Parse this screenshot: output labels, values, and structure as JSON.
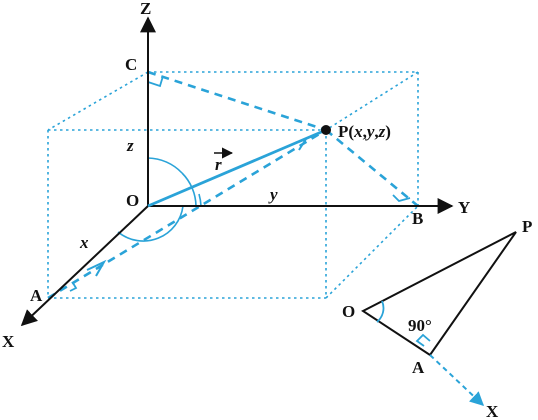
{
  "colors": {
    "blue": "#2aa3d8",
    "ink": "#111111"
  },
  "main": {
    "labels": {
      "z_axis": "Z",
      "y_axis": "Y",
      "x_axis": "X",
      "origin": "O",
      "point_a": "A",
      "point_b": "B",
      "point_c": "C",
      "var_x": "x",
      "var_y": "y",
      "var_z": "z",
      "vector_r": "r"
    },
    "point_p": {
      "name": "P",
      "coords": [
        "x",
        "y",
        "z"
      ]
    }
  },
  "inset": {
    "labels": {
      "origin": "O",
      "point_a": "A",
      "point_p": "P",
      "axis_x": "X"
    },
    "angle": "90°"
  }
}
